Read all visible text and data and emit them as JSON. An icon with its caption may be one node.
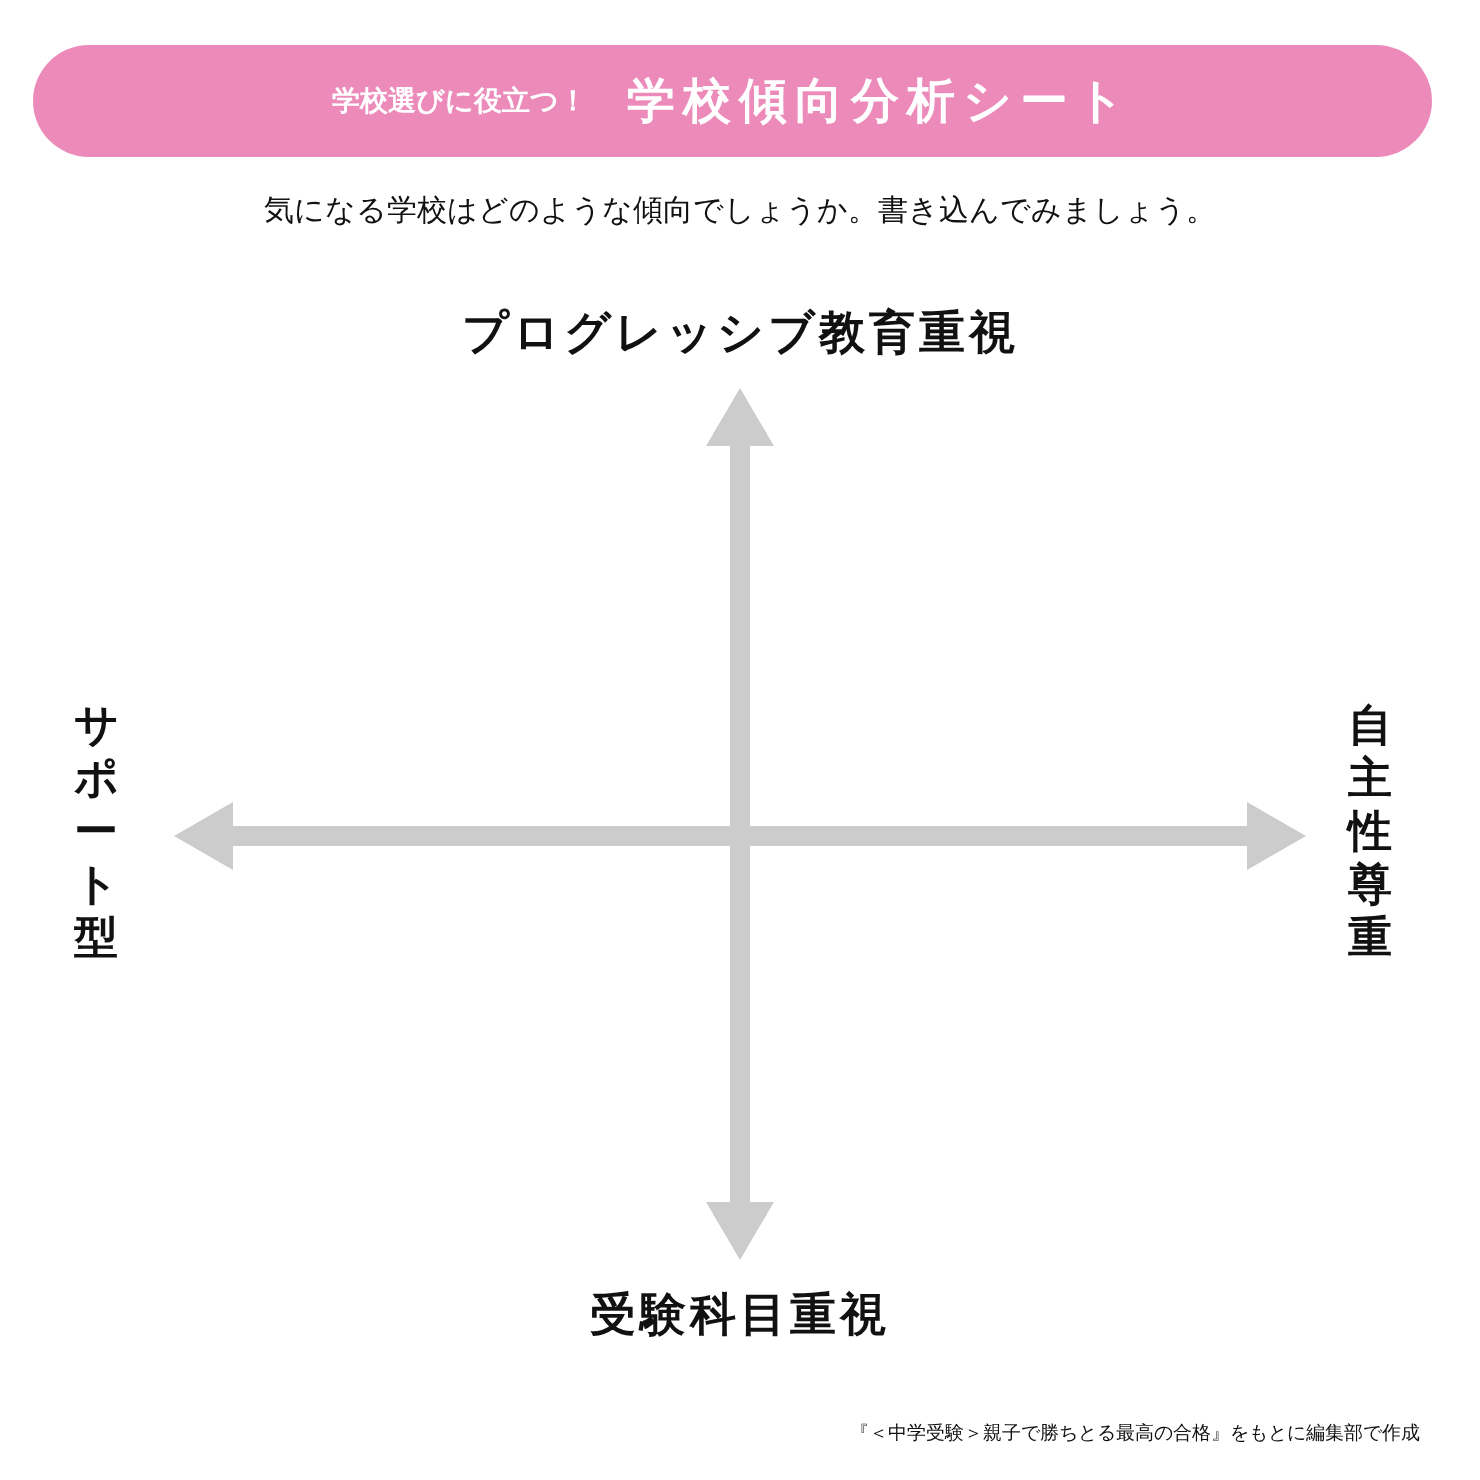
{
  "diagram": {
    "nodes": [
      {
        "text": [
          "学校選びに役立つ！",
          "学校傾向分析シート"
        ]
      }
    ],
    "labels": [
      "気になる学校はどのような傾向でしょうか。書き込んでみましょう。",
      "プログレッシブ教育重視",
      "サポート型",
      "自主性尊重",
      "受験科目重視",
      "『＜中学受験＞親子で勝ちとる最高の合格』をもとに編集部で作成"
    ]
  }
}
